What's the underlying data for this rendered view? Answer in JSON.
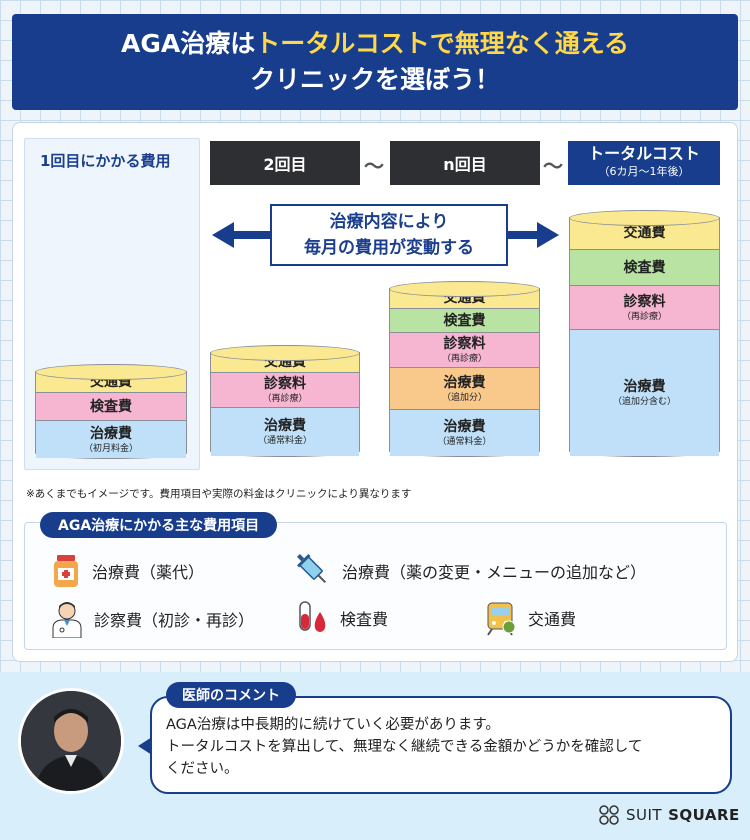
{
  "banner": {
    "line1_pre": "AGA治療は",
    "line1_highlight": "トータルコストで無理なく通える",
    "line2": "クリニックを選ぼう！"
  },
  "stages": {
    "first": "1回目にかかる費用",
    "second": "2回目",
    "nth": "n回目",
    "total": "トータルコスト",
    "total_sub": "（6カ月〜1年後）",
    "tilde": "〜"
  },
  "arrow_text": {
    "line1": "治療内容により",
    "line2": "毎月の費用が変動する"
  },
  "stacks": {
    "first": {
      "transport": "交通費",
      "test": "検査費",
      "treatment": "治療費",
      "treatment_sub": "（初月料金）"
    },
    "second": {
      "transport": "交通費",
      "consult": "診察料",
      "consult_sub": "（再診療）",
      "treatment": "治療費",
      "treatment_sub": "（通常料金）"
    },
    "nth": {
      "transport": "交通費",
      "test": "検査費",
      "consult": "診察料",
      "consult_sub": "（再診療）",
      "extra": "治療費",
      "extra_sub": "（追加分）",
      "treatment": "治療費",
      "treatment_sub": "（通常料金）"
    },
    "total": {
      "transport": "交通費",
      "test": "検査費",
      "consult": "診察料",
      "consult_sub": "（再診療）",
      "treatment": "治療費",
      "treatment_sub": "（追加分含む）"
    }
  },
  "note": "※あくまでもイメージです。費用項目や実際の料金はクリニックにより異なります",
  "items": {
    "title": "AGA治療にかかる主な費用項目",
    "medicine": "治療費（薬代）",
    "change": "治療費（薬の変更・メニューの追加など）",
    "consult": "診察費（初診・再診）",
    "test": "検査費",
    "transport": "交通費"
  },
  "comment": {
    "label": "医師のコメント",
    "line1": "AGA治療は中長期的に続けていく必要があります。",
    "line2": "トータルコストを算出して、無理なく継続できる金額かどうかを確認して",
    "line3": "ください。"
  },
  "brand": {
    "word1": "SUIT",
    "word2": "SQUARE"
  },
  "colors": {
    "navy": "#173d8c",
    "yellow_highlight": "#ffd84a",
    "transport": "#fbe991",
    "test": "#b8e3a3",
    "consult": "#f6b6d2",
    "extra": "#f9c98c",
    "treatment": "#bfe0f8"
  }
}
